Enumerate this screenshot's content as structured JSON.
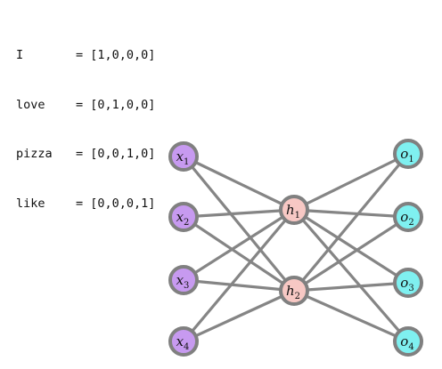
{
  "encodings": [
    {
      "word": "I",
      "vector": "[1,0,0,0]"
    },
    {
      "word": "love",
      "vector": "[0,1,0,0]"
    },
    {
      "word": "pizza",
      "vector": "[0,0,1,0]"
    },
    {
      "word": "like",
      "vector": "[0,0,0,1]"
    }
  ],
  "equals_sign": "=",
  "network": {
    "input_nodes": [
      {
        "letter": "x",
        "sub": "1"
      },
      {
        "letter": "x",
        "sub": "2"
      },
      {
        "letter": "x",
        "sub": "3"
      },
      {
        "letter": "x",
        "sub": "4"
      }
    ],
    "hidden_nodes": [
      {
        "letter": "h",
        "sub": "1"
      },
      {
        "letter": "h",
        "sub": "2"
      }
    ],
    "output_nodes": [
      {
        "letter": "o",
        "sub": "1"
      },
      {
        "letter": "o",
        "sub": "2"
      },
      {
        "letter": "o",
        "sub": "3"
      },
      {
        "letter": "o",
        "sub": "4"
      }
    ],
    "colors": {
      "input_fill": "#c79af0",
      "hidden_fill": "#f7c8c4",
      "output_fill": "#7ff0f0",
      "stroke": "#808080",
      "edge": "#858585"
    }
  }
}
